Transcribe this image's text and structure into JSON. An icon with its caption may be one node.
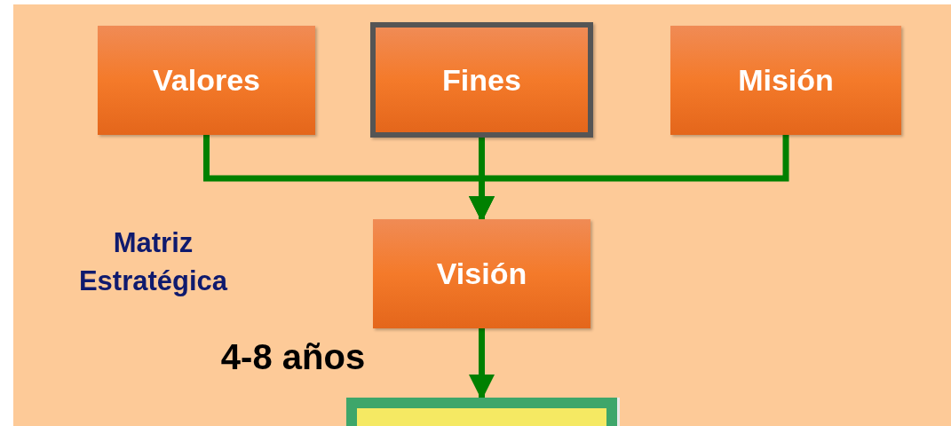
{
  "diagram": {
    "nodes": [
      {
        "text": [
          "Valores"
        ]
      },
      {
        "text": [
          "Fines"
        ]
      },
      {
        "text": [
          "Misión"
        ]
      },
      {
        "text": [
          "Visión"
        ]
      },
      {
        "text": [],
        "shape": "box"
      }
    ],
    "edges": [
      {
        "from": 0,
        "to": 3,
        "arrow": "to"
      },
      {
        "from": 1,
        "to": 3,
        "arrow": "to"
      },
      {
        "from": 2,
        "to": 3,
        "arrow": "to"
      },
      {
        "from": 3,
        "to": 4,
        "arrow": "to"
      }
    ],
    "labels": [
      "Matriz Estratégica",
      "4-8 años"
    ]
  }
}
